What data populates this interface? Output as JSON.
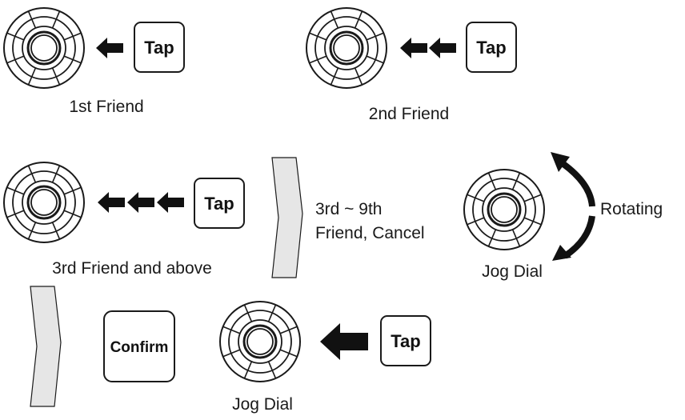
{
  "diagram": {
    "tap_label": "Tap",
    "confirm_label": "Confirm",
    "first_friend": "1st Friend",
    "second_friend": "2nd Friend",
    "third_friend_and_above": "3rd Friend and above",
    "range_line1": "3rd ~ 9th",
    "range_line2": "Friend, Cancel",
    "rotating": "Rotating",
    "jog_dial_right": "Jog Dial",
    "jog_dial_bottom": "Jog Dial"
  },
  "colors": {
    "stroke": "#1a1a1a",
    "chevron_fill": "#e6e6e6",
    "arrow_fill": "#111111"
  },
  "icons": [
    "jog-dial-icon",
    "left-arrow-icon",
    "chevron-right-icon",
    "rotate-arrow-icon"
  ]
}
